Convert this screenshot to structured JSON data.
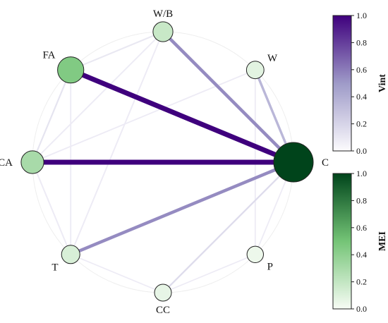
{
  "network": {
    "nodes": [
      {
        "id": "W/B",
        "label": "W/B",
        "mei": 0.18
      },
      {
        "id": "W",
        "label": "W",
        "mei": 0.08
      },
      {
        "id": "C",
        "label": "C",
        "mei": 1.0
      },
      {
        "id": "P",
        "label": "P",
        "mei": 0.04
      },
      {
        "id": "CC",
        "label": "CC",
        "mei": 0.06
      },
      {
        "id": "T",
        "label": "T",
        "mei": 0.12
      },
      {
        "id": "CA",
        "label": "CA",
        "mei": 0.3
      },
      {
        "id": "FA",
        "label": "FA",
        "mei": 0.45
      }
    ],
    "edges": [
      {
        "source": "FA",
        "target": "C",
        "vint": 1.0
      },
      {
        "source": "CA",
        "target": "C",
        "vint": 1.0
      },
      {
        "source": "W/B",
        "target": "C",
        "vint": 0.55
      },
      {
        "source": "T",
        "target": "C",
        "vint": 0.55
      },
      {
        "source": "W",
        "target": "C",
        "vint": 0.35
      },
      {
        "source": "CC",
        "target": "C",
        "vint": 0.16
      },
      {
        "source": "FA",
        "target": "W/B",
        "vint": 0.1
      },
      {
        "source": "FA",
        "target": "CA",
        "vint": 0.12
      },
      {
        "source": "CA",
        "target": "W/B",
        "vint": 0.08
      },
      {
        "source": "CA",
        "target": "W",
        "vint": 0.06
      },
      {
        "source": "T",
        "target": "W/B",
        "vint": 0.08
      },
      {
        "source": "T",
        "target": "FA",
        "vint": 0.08
      },
      {
        "source": "T",
        "target": "CA",
        "vint": 0.07
      },
      {
        "source": "W/B",
        "target": "C",
        "vint": 0.0
      },
      {
        "source": "P",
        "target": "W",
        "vint": 0.04
      },
      {
        "source": "CC",
        "target": "T",
        "vint": 0.03
      },
      {
        "source": "CC",
        "target": "P",
        "vint": 0.03
      },
      {
        "source": "P",
        "target": "C",
        "vint": 0.05
      },
      {
        "source": "CA",
        "target": "T",
        "vint": 0.05
      }
    ]
  },
  "colorbars": [
    {
      "id": "vint",
      "title": "Vint",
      "ticks": [
        "0.0",
        "0.2",
        "0.4",
        "0.6",
        "0.8",
        "1.0"
      ],
      "color_low": "#fcfbfd",
      "color_mid": "#9e9ac8",
      "color_high": "#3f007d"
    },
    {
      "id": "mei",
      "title": "MEI",
      "ticks": [
        "0.0",
        "0.2",
        "0.4",
        "0.6",
        "0.8",
        "1.0"
      ],
      "color_low": "#f7fcf5",
      "color_mid": "#74c476",
      "color_high": "#00441b"
    }
  ]
}
